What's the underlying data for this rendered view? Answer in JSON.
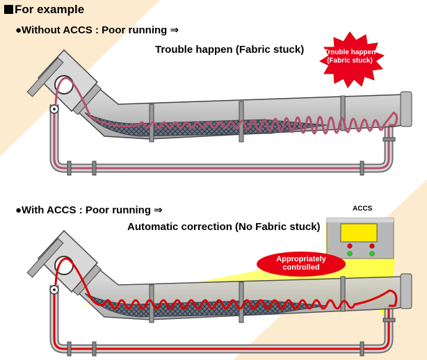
{
  "title": "For example",
  "without": {
    "heading": "●Without ACCS : Poor running ⇒",
    "result": "Trouble happen (Fabric stuck)",
    "burst_line1": "Trouble happen",
    "burst_line2": "(Fabric stuck)"
  },
  "with": {
    "heading": "●With ACCS : Poor running ⇒",
    "result": "Automatic correction (No Fabric stuck)",
    "controller_label": "ACCS",
    "callout_line1": "Appropriately",
    "callout_line2": "controlled"
  },
  "colors": {
    "background_beige": "#fdebd0",
    "pipe": "#a0a0a0",
    "fabric_normal": "#b4506e",
    "fabric_trouble": "#c8284e",
    "fabric_controlled": "#dc0000",
    "burst": "#e8001c",
    "beam": "#ffff5a"
  }
}
